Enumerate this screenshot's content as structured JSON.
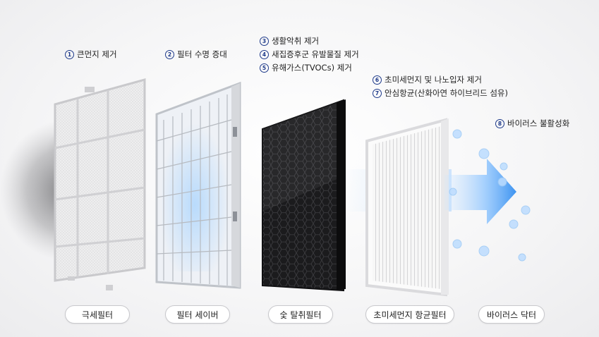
{
  "features": [
    {
      "num": "①",
      "text": "큰먼지 제거"
    },
    {
      "num": "②",
      "text": "필터 수명 증대"
    },
    {
      "num": "③",
      "text": "생활악취 제거"
    },
    {
      "num": "④",
      "text": "새집증후군 유발물질 제거"
    },
    {
      "num": "⑤",
      "text": "유해가스(TVOCs) 제거"
    },
    {
      "num": "⑥",
      "text": "초미세먼지 및 나노입자 제거"
    },
    {
      "num": "⑦",
      "text": "안심항균(산화아연 하이브리드 섬유)"
    },
    {
      "num": "⑧",
      "text": "바이러스 불활성화"
    }
  ],
  "labels": [
    "극세필터",
    "필터 세이버",
    "숯 탈취필터",
    "초미세먼지 항균필터",
    "바이러스 닥터"
  ],
  "colors": {
    "number_ring": "#1e3a8a",
    "charcoal": "#1b1b1d",
    "flow_blue": "#5aa8f0"
  }
}
